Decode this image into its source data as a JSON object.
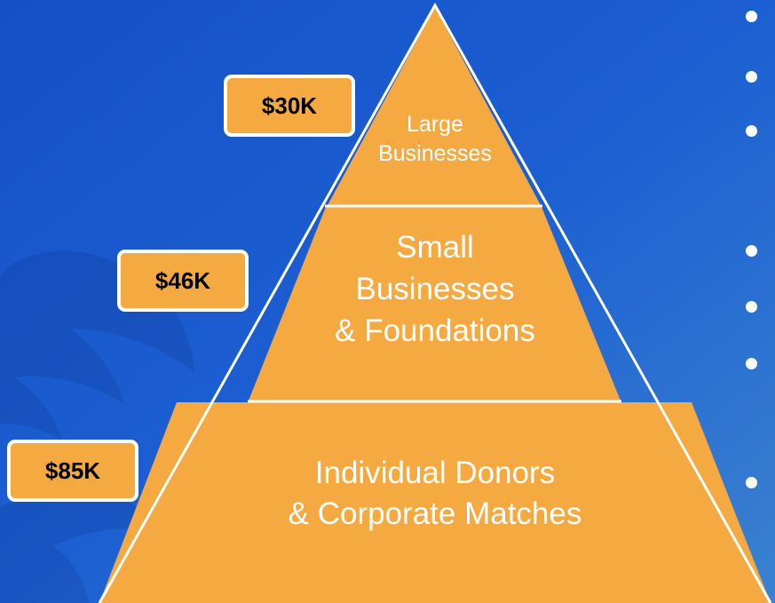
{
  "colors": {
    "background_top": "#1a5fd1",
    "background_bottom": "#2f73cc",
    "tier_fill": "#f4a941",
    "box_fill": "#f4a941",
    "divider": "#ffffff",
    "bullet": "#ffffff"
  },
  "tiers": [
    {
      "name": "large",
      "line1": "Large",
      "line2": "Businesses",
      "line3": "",
      "amount": "$30K"
    },
    {
      "name": "small",
      "line1": "Small",
      "line2": "Businesses",
      "line3": "& Foundations",
      "amount": "$46K"
    },
    {
      "name": "individual",
      "line1": "Individual Donors",
      "line2": "& Corporate Matches",
      "line3": "",
      "amount": "$85K"
    }
  ],
  "bullet_count": 7
}
